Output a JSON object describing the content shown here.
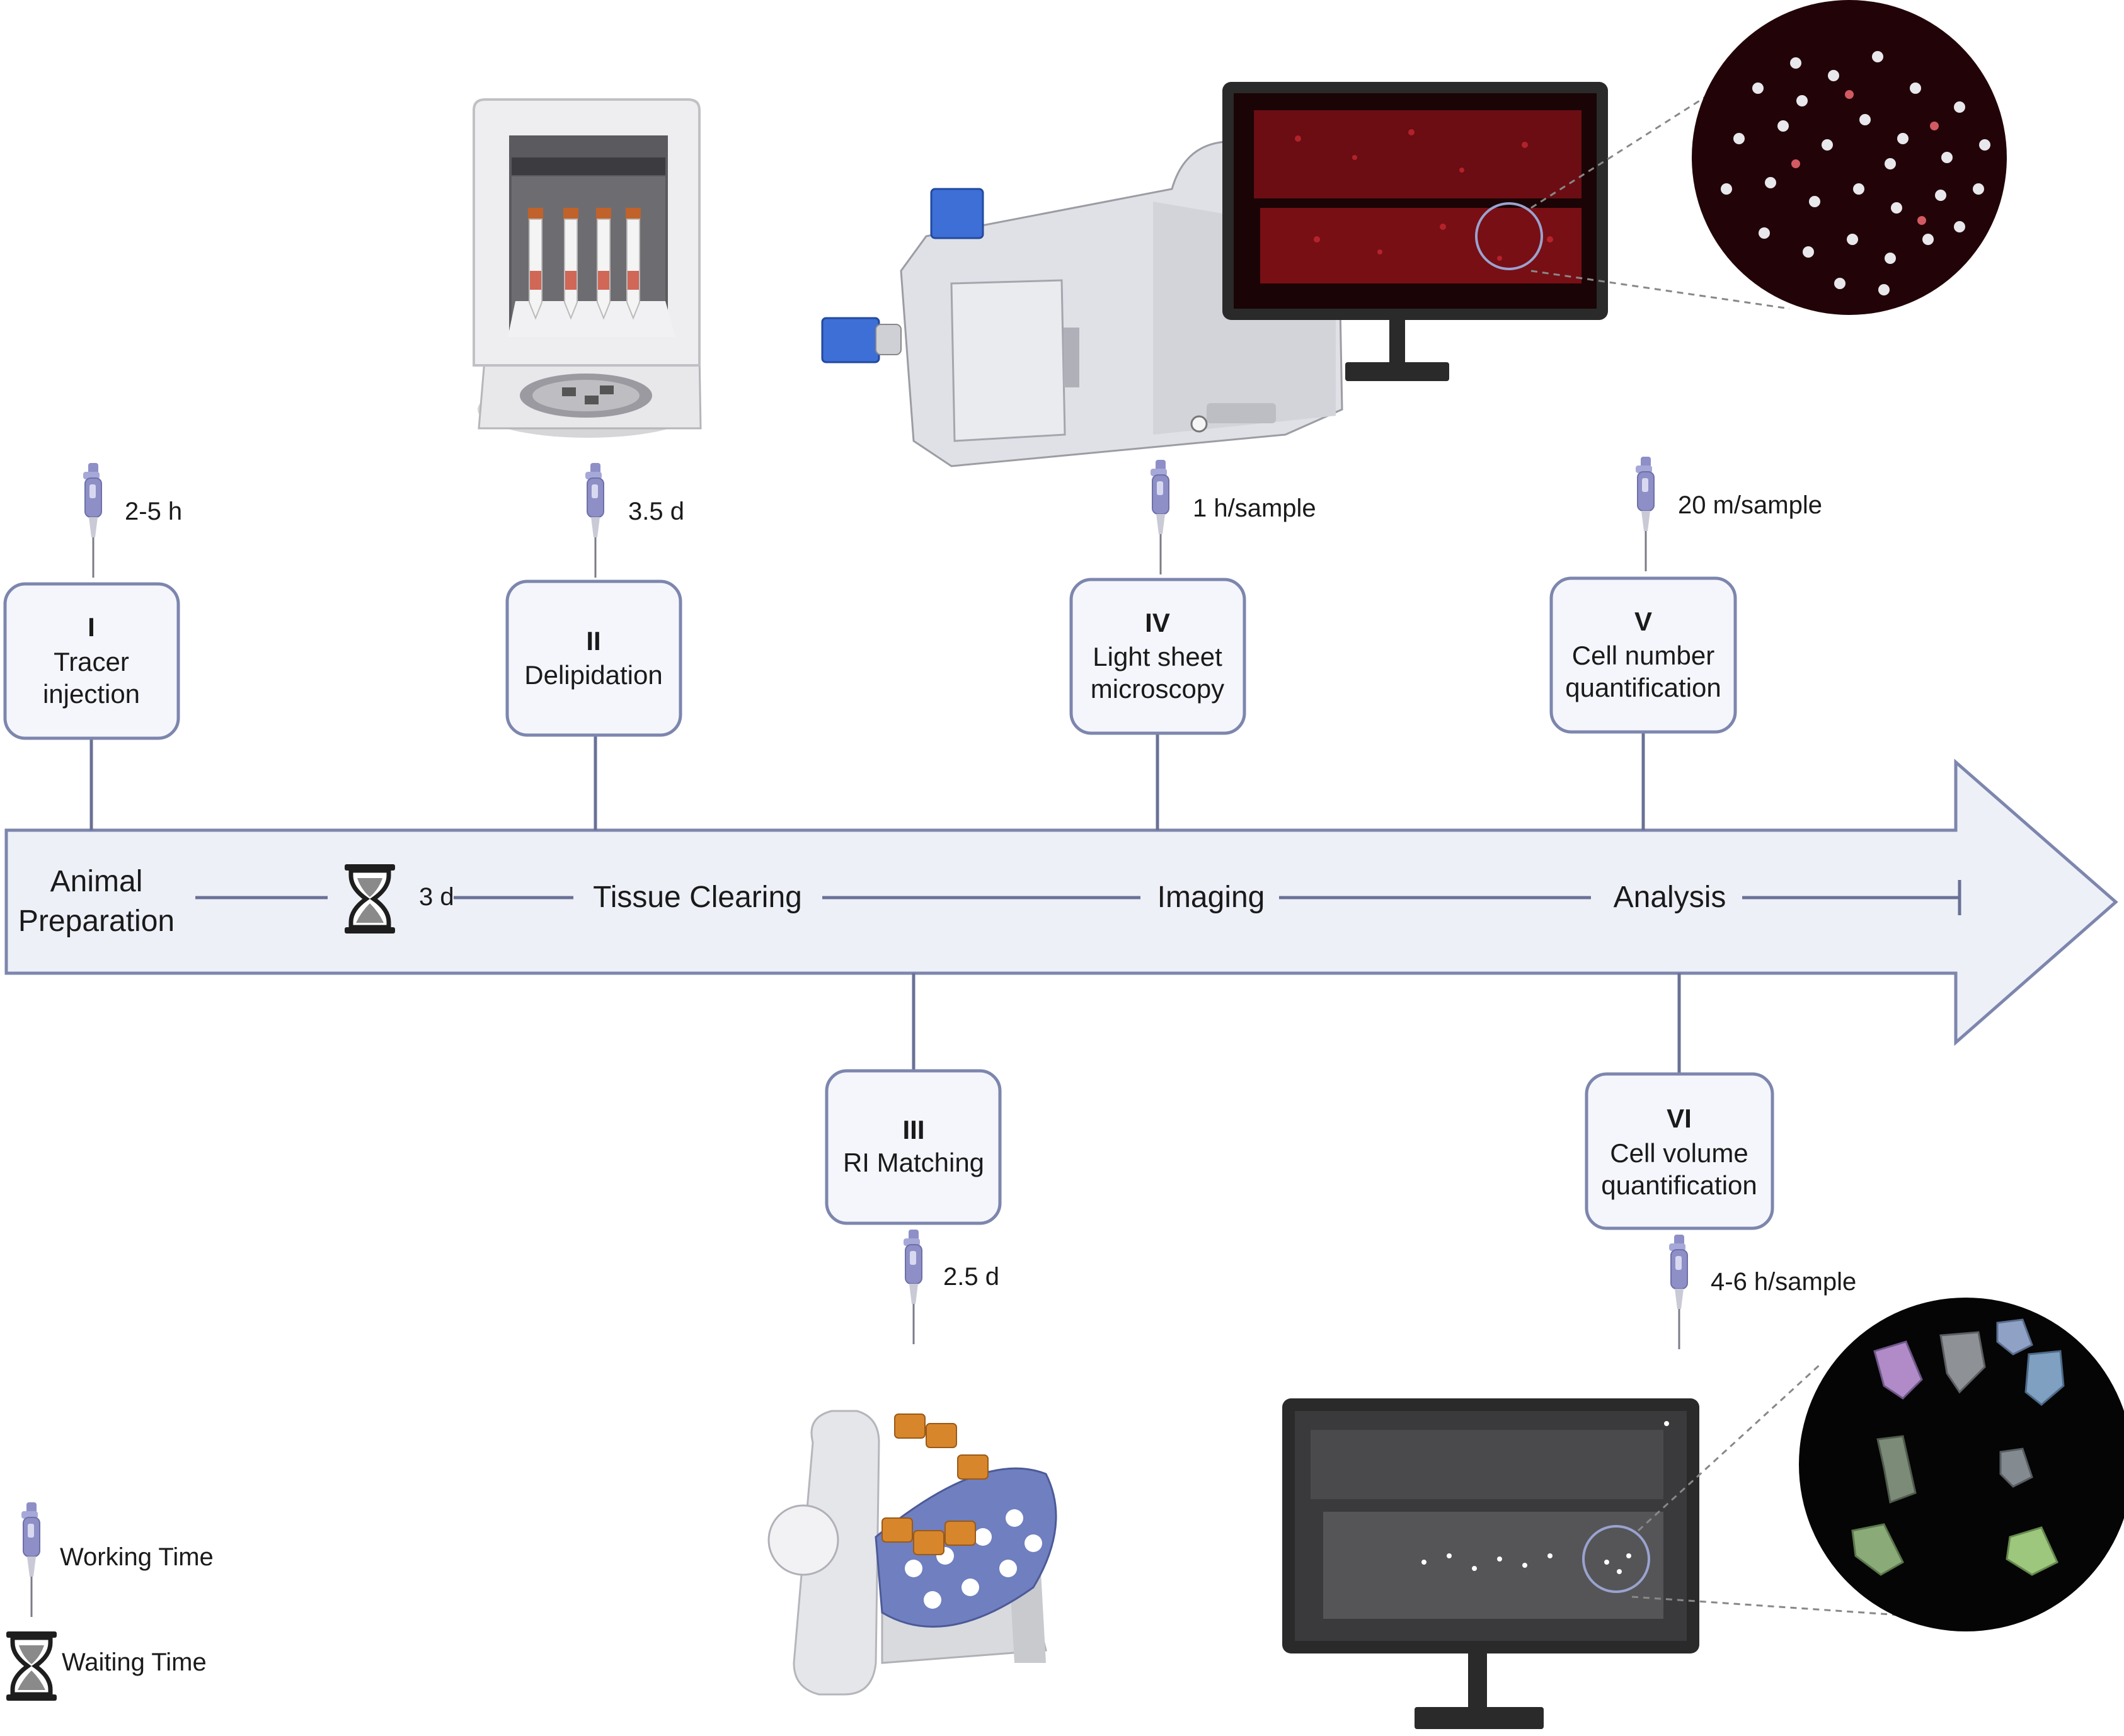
{
  "colors": {
    "box_border": "#7d86ad",
    "box_fill": "#f5f6fc",
    "arrow_fill": "#eef0f8",
    "arrow_border": "#7d86ad",
    "connector": "#6a7196",
    "pipette": "#8e8fc7",
    "microscopy_red": "#c21f2c",
    "monitor_bezel": "#2a2a2a"
  },
  "timeline": {
    "phases": {
      "animal_preparation_line1": "Animal",
      "animal_preparation_line2": "Preparation",
      "waiting": "3 d",
      "tissue_clearing": "Tissue Clearing",
      "imaging": "Imaging",
      "analysis": "Analysis"
    }
  },
  "steps": [
    {
      "numeral": "I",
      "line1": "Tracer",
      "line2": "injection",
      "duration": "2-5 h"
    },
    {
      "numeral": "II",
      "line1": "Delipidation",
      "line2": "",
      "duration": "3.5 d"
    },
    {
      "numeral": "III",
      "line1": "RI Matching",
      "line2": "",
      "duration": "2.5 d"
    },
    {
      "numeral": "IV",
      "line1": "Light sheet",
      "line2": "microscopy",
      "duration": "1 h/sample"
    },
    {
      "numeral": "V",
      "line1": "Cell number",
      "line2": "quantification",
      "duration": "20 m/sample"
    },
    {
      "numeral": "VI",
      "line1": "Cell volume",
      "line2": "quantification",
      "duration": "4-6 h/sample"
    }
  ],
  "legend": {
    "working": "Working Time",
    "waiting": "Waiting Time"
  },
  "icons": {
    "working_time": "pipette-icon",
    "waiting_time": "hourglass-icon",
    "incubator": "incubator-shaker-icon",
    "microscope": "light-sheet-microscope-icon",
    "rotator": "tube-rotator-icon",
    "monitor": "monitor-icon"
  }
}
